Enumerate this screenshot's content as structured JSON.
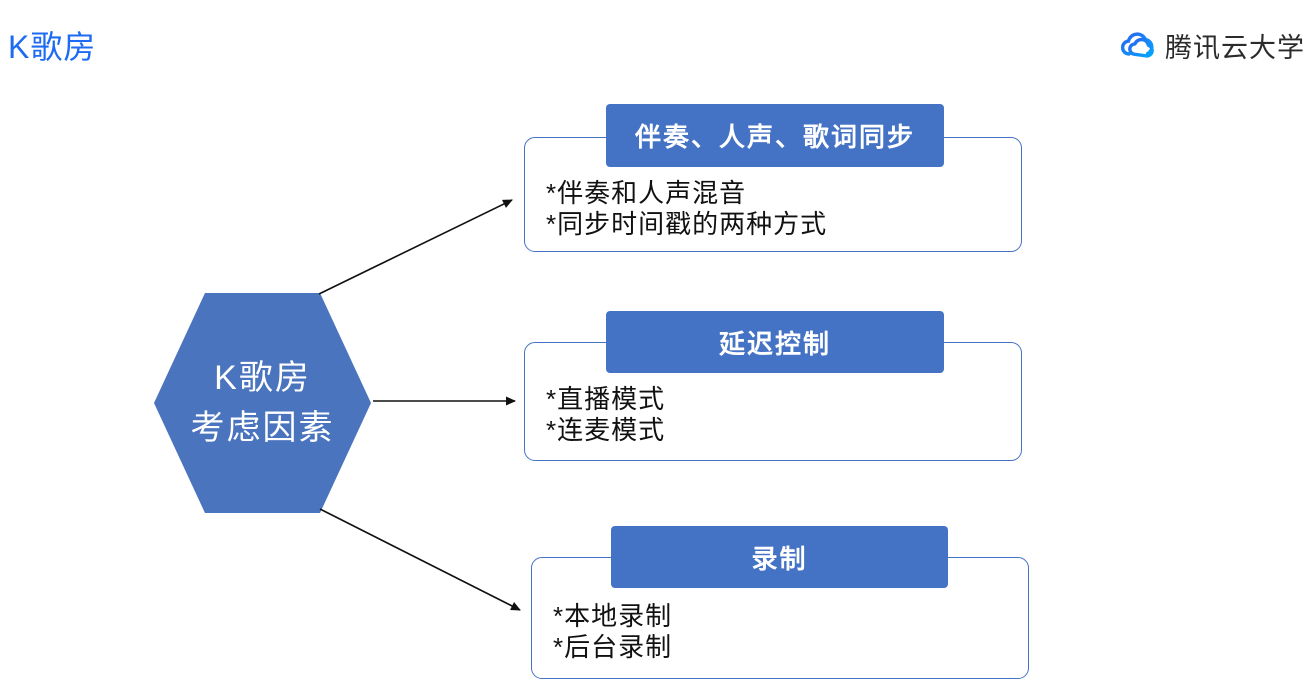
{
  "page": {
    "title": "K歌房",
    "logo_text": "腾讯云大学"
  },
  "hexagon": {
    "line1": "K歌房",
    "line2": "考虑因素"
  },
  "nodes": [
    {
      "header": "伴奏、人声、歌词同步",
      "items": [
        "*伴奏和人声混音",
        "*同步时间戳的两种方式"
      ]
    },
    {
      "header": "延迟控制",
      "items": [
        "*直播模式",
        "*连麦模式"
      ]
    },
    {
      "header": "录制",
      "items": [
        "*本地录制",
        "*后台录制"
      ]
    }
  ],
  "colors": {
    "node_header_fill": "#4472c4",
    "node_border": "#4472c4",
    "hexagon_fill": "#4a74be",
    "title_blue": "#1c6bf2",
    "logo_blue_dark": "#2b63f0",
    "logo_blue_light": "#00a9ff",
    "arrow": "#111111",
    "body_text": "#111111"
  }
}
